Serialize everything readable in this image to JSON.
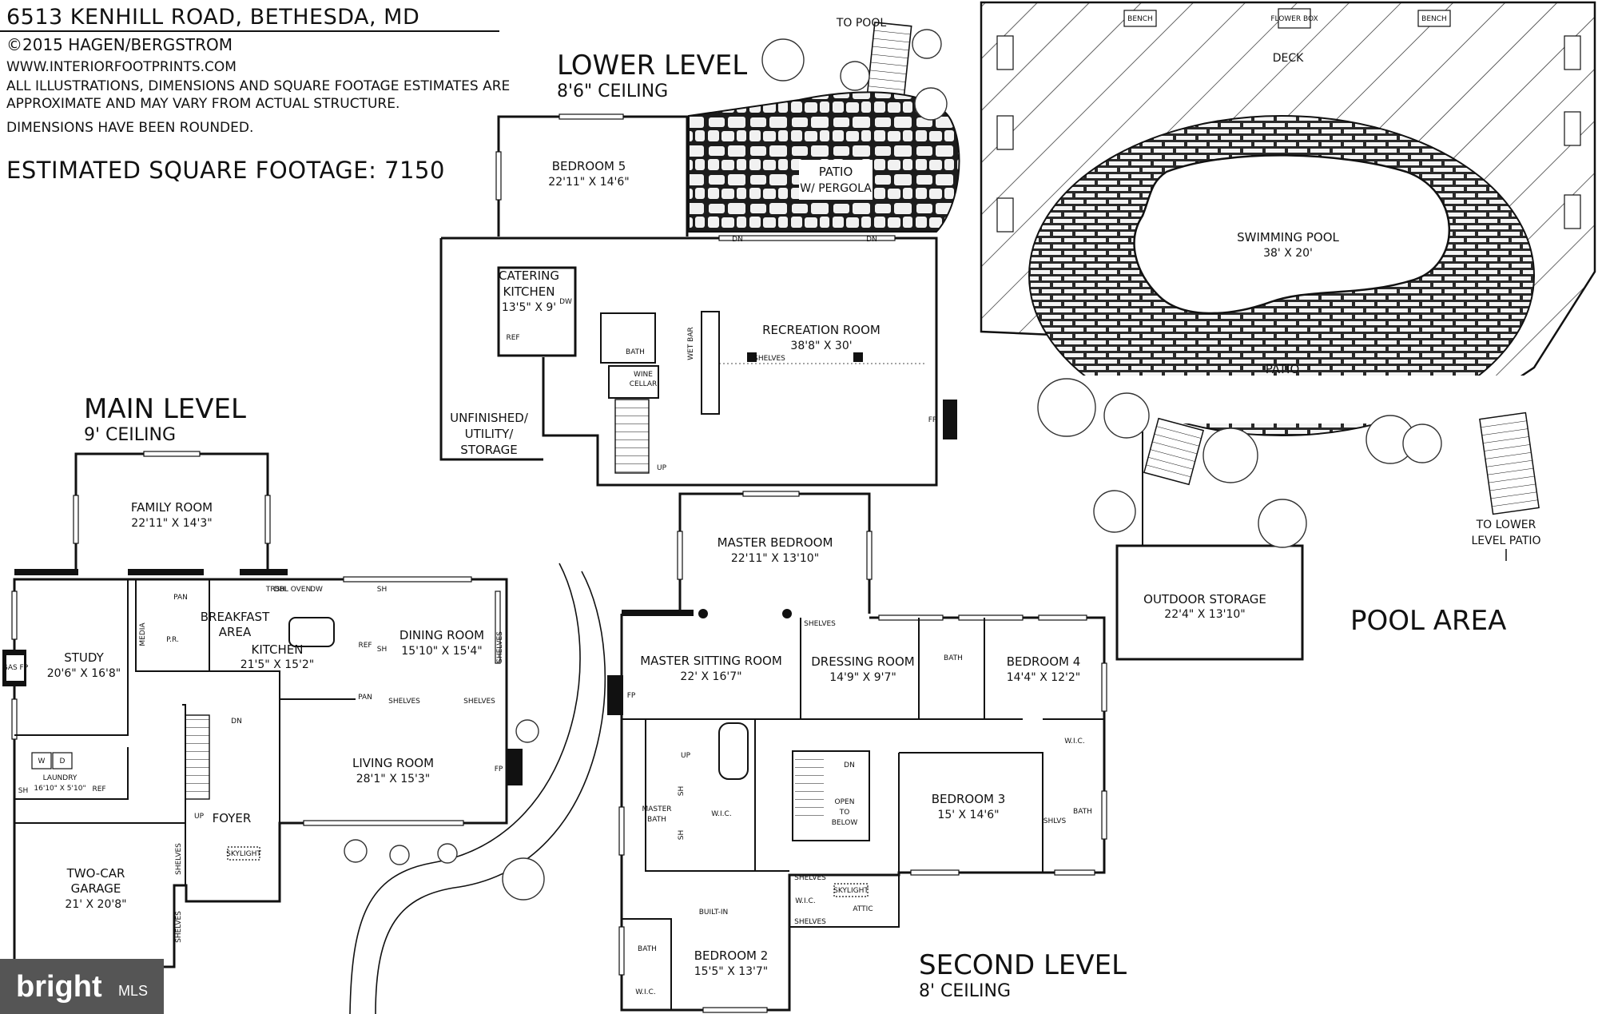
{
  "header": {
    "address": "6513 KENHILL ROAD, BETHESDA, MD",
    "copyright": "©2015 HAGEN/BERGSTROM",
    "website": "WWW.INTERIORFOOTPRINTS.COM",
    "disclaimer1": "ALL ILLUSTRATIONS, DIMENSIONS AND SQUARE FOOTAGE ESTIMATES ARE",
    "disclaimer2": "APPROXIMATE AND MAY VARY FROM ACTUAL STRUCTURE.",
    "disclaimer3": "DIMENSIONS HAVE BEEN ROUNDED.",
    "sqft": "ESTIMATED SQUARE FOOTAGE: 7150"
  },
  "levels": {
    "lower": {
      "title": "LOWER LEVEL",
      "ceiling": "8'6\" CEILING"
    },
    "main": {
      "title": "MAIN LEVEL",
      "ceiling": "9' CEILING"
    },
    "second": {
      "title": "SECOND LEVEL",
      "ceiling": "8' CEILING"
    },
    "pool": {
      "title": "POOL AREA"
    }
  },
  "badge": {
    "brand": "bright",
    "suffix": "MLS"
  },
  "rooms": {
    "bedroom5": {
      "name": "BEDROOM 5",
      "dim": "22'11\" X 14'6\""
    },
    "patio_pergola": {
      "name": "PATIO",
      "sub": "W/ PERGOLA"
    },
    "catering_kitchen": {
      "name1": "CATERING",
      "name2": "KITCHEN",
      "dim": "13'5\" X 9'"
    },
    "recreation": {
      "name": "RECREATION ROOM",
      "dim": "38'8\" X 30'"
    },
    "lower_bath": {
      "name": "BATH"
    },
    "wine_cellar": {
      "name1": "WINE",
      "name2": "CELLAR"
    },
    "utility": {
      "name1": "UNFINISHED/",
      "name2": "UTILITY/",
      "name3": "STORAGE"
    },
    "family": {
      "name": "FAMILY ROOM",
      "dim": "22'11\" X 14'3\""
    },
    "study": {
      "name": "STUDY",
      "dim": "20'6\" X 16'8\""
    },
    "breakfast": {
      "name1": "BREAKFAST",
      "name2": "AREA"
    },
    "kitchen": {
      "name": "KITCHEN",
      "dim": "21'5\" X 15'2\""
    },
    "dining": {
      "name": "DINING ROOM",
      "dim": "15'10\" X 15'4\""
    },
    "living": {
      "name": "LIVING ROOM",
      "dim": "28'1\" X 15'3\""
    },
    "laundry": {
      "name": "LAUNDRY",
      "dim": "16'10\" X 5'10\""
    },
    "foyer": {
      "name": "FOYER"
    },
    "garage": {
      "name1": "TWO-CAR",
      "name2": "GARAGE",
      "dim": "21' X 20'8\""
    },
    "master_bedroom": {
      "name": "MASTER BEDROOM",
      "dim": "22'11\" X 13'10\""
    },
    "master_sitting": {
      "name": "MASTER SITTING ROOM",
      "dim": "22' X 16'7\""
    },
    "dressing": {
      "name": "DRESSING ROOM",
      "dim": "14'9\" X 9'7\""
    },
    "bedroom4": {
      "name": "BEDROOM 4",
      "dim": "14'4\" X 12'2\""
    },
    "bedroom3": {
      "name": "BEDROOM 3",
      "dim": "15' X 14'6\""
    },
    "master_bath": {
      "name1": "MASTER",
      "name2": "BATH"
    },
    "bedroom2": {
      "name": "BEDROOM 2",
      "dim": "15'5\" X 13'7\""
    },
    "open_below": {
      "name1": "OPEN",
      "name2": "TO",
      "name3": "BELOW"
    },
    "attic": {
      "name": "ATTIC"
    },
    "deck": {
      "name": "DECK"
    },
    "swimming_pool": {
      "name": "SWIMMING POOL",
      "dim": "38' X 20'"
    },
    "pool_patio": {
      "name": "PATIO"
    },
    "outdoor_storage": {
      "name": "OUTDOOR STORAGE",
      "dim": "22'4\" X 13'10\""
    }
  },
  "tags": {
    "to_pool": "TO POOL",
    "to_lower_patio1": "TO LOWER",
    "to_lower_patio2": "LEVEL PATIO",
    "dn": "DN",
    "up": "UP",
    "wet_bar": "WET BAR",
    "shelves": "SHELVES",
    "fp": "FP",
    "gas_fp": "GAS FP",
    "ref": "REF",
    "dw": "DW",
    "pan": "PAN",
    "pr": "P.R.",
    "media": "MEDIA",
    "sh": "SH",
    "wic": "W.I.C.",
    "bath": "BATH",
    "skylight": "SKYLIGHT",
    "built_in": "BUILT-IN",
    "shlvs": "SHLVS",
    "bench": "BENCH",
    "flower_box": "FLOWER BOX",
    "washer": "W",
    "dryer": "D",
    "trsh": "TRSH",
    "dbl_oven": "DBL OVEN"
  }
}
